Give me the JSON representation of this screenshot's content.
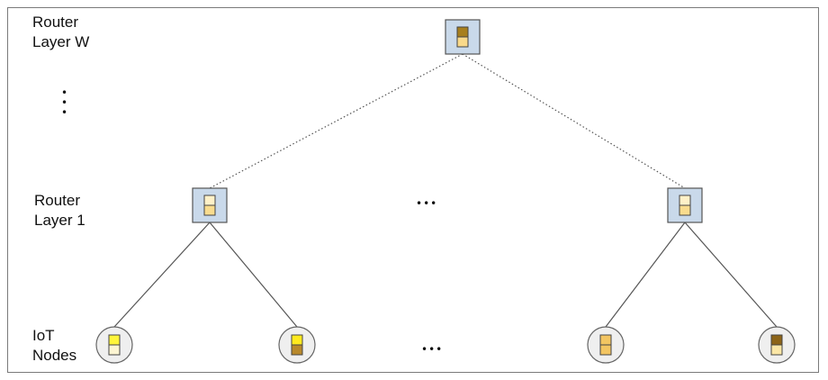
{
  "labels": {
    "router_w": [
      "Router",
      "Layer W"
    ],
    "router_1": [
      "Router",
      "Layer 1"
    ],
    "iot": [
      "IoT",
      "Nodes"
    ]
  },
  "ellipses": {
    "horizontal": "•••",
    "vertical": "•\n•\n•"
  },
  "colors": {
    "router_fill": "#c9d9ea",
    "router_stroke": "#555555",
    "node_fill": "#efefef",
    "node_stroke": "#666666",
    "edge": "#555555",
    "cell_stroke": "#444444"
  },
  "nodes": {
    "router_w": {
      "kind": "router",
      "top_color": "#a77f1e",
      "bottom_color": "#f9d98a"
    },
    "router_1_left": {
      "kind": "router",
      "top_color": "#fff1c8",
      "bottom_color": "#f9dc8e"
    },
    "router_1_right": {
      "kind": "router",
      "top_color": "#fff1c8",
      "bottom_color": "#f9dc8e"
    },
    "iot_1": {
      "kind": "iot",
      "top_color": "#fff53a",
      "bottom_color": "#fdf5d2"
    },
    "iot_2": {
      "kind": "iot",
      "top_color": "#ffea1e",
      "bottom_color": "#b8892b"
    },
    "iot_3": {
      "kind": "iot",
      "top_color": "#f3c561",
      "bottom_color": "#f3c561"
    },
    "iot_4": {
      "kind": "iot",
      "top_color": "#8c6418",
      "bottom_color": "#fbe7a6"
    }
  },
  "edges": [
    {
      "from": "router_w",
      "to": "router_1_left",
      "style": "dotted"
    },
    {
      "from": "router_w",
      "to": "router_1_right",
      "style": "dotted"
    },
    {
      "from": "router_1_left",
      "to": "iot_1",
      "style": "solid"
    },
    {
      "from": "router_1_left",
      "to": "iot_2",
      "style": "solid"
    },
    {
      "from": "router_1_right",
      "to": "iot_3",
      "style": "solid"
    },
    {
      "from": "router_1_right",
      "to": "iot_4",
      "style": "solid"
    }
  ]
}
